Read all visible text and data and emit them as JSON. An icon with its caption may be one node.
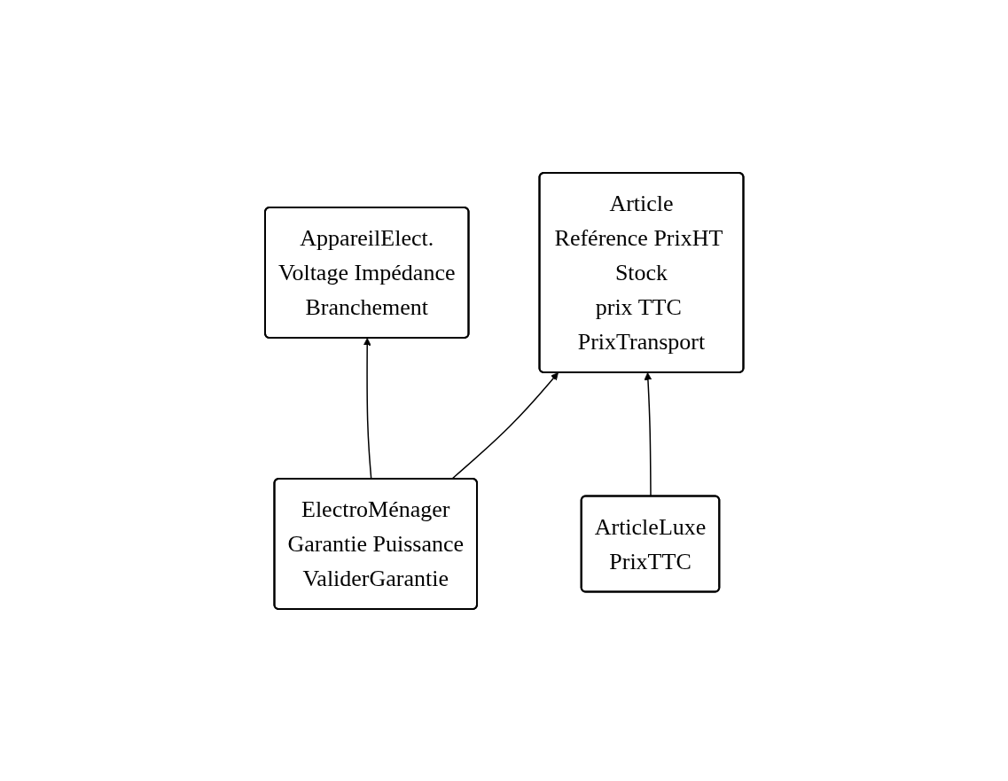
{
  "diagram": {
    "nodes": [
      {
        "text": [
          "AppareilElect.",
          "Voltage Impédance",
          "Branchement"
        ]
      },
      {
        "text": [
          "Article",
          "Reférence PrixHT Stock",
          "prix TTC PrixTransport"
        ]
      },
      {
        "text": [
          "ElectroMénager",
          "Garantie Puissance",
          "ValiderGarantie"
        ]
      },
      {
        "text": [
          "ArticleLuxe",
          "PrixTTC"
        ]
      }
    ],
    "edges": [
      {
        "from": 2,
        "to": 0,
        "arrow": "to"
      },
      {
        "from": 2,
        "to": 1,
        "arrow": "to"
      },
      {
        "from": 3,
        "to": 1,
        "arrow": "to"
      }
    ]
  }
}
